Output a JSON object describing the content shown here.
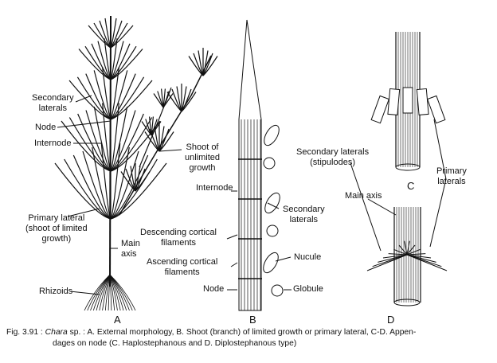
{
  "figure_letters": {
    "a": "A",
    "b": "B",
    "c": "C",
    "d": "D"
  },
  "labels_a": {
    "secondary_laterals": "Secondary\nlaterals",
    "node": "Node",
    "internode": "Internode",
    "shoot_unlimited": "Shoot of\nunlimited\ngrowth",
    "primary_lateral": "Primary lateral\n(shoot of limited\ngrowth)",
    "main_axis": "Main\naxis",
    "rhizoids": "Rhizoids"
  },
  "labels_b": {
    "internode": "Internode",
    "secondary_laterals": "Secondary\nlaterals",
    "descending": "Descending cortical\nfilaments",
    "ascending": "Ascending cortical\nfilaments",
    "nucule": "Nucule",
    "node": "Node",
    "globule": "Globule"
  },
  "labels_cd": {
    "stipulodes": "Secondary laterals\n(stipulodes)",
    "main_axis": "Main axis",
    "primary_laterals": "Primary\nlaterals"
  },
  "caption": {
    "prefix": "Fig. 3.91 : ",
    "genus": "Chara",
    "line1": " sp. : A. External morphology, B. Shoot (branch) of limited growth or primary lateral, C-D. Appen-",
    "line2": "dages on node (C. Haplostephanous and D. Diplostephanous type)"
  }
}
